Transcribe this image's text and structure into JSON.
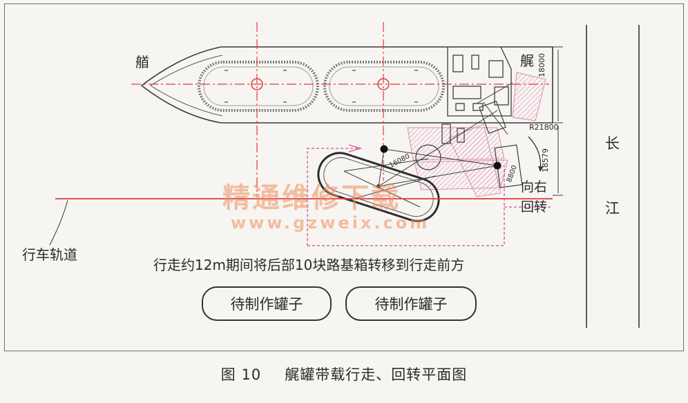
{
  "labels": {
    "bow": "艏",
    "stern": "艉",
    "river_1": "长",
    "river_2": "江",
    "turn_1": "向右",
    "turn_2": "回转",
    "track": "行车轨道",
    "note": "行走约12m期间将后部10块路基箱转移到行走前方"
  },
  "dimensions": {
    "d18000": "18000",
    "r21800": "R21800",
    "d18579": "18579",
    "d16080": "16080",
    "d8800": "8800"
  },
  "buttons": [
    {
      "label": "待制作罐子"
    },
    {
      "label": "待制作罐子"
    }
  ],
  "watermark": {
    "text": "精通维修下载",
    "url": "www.gzweix.com"
  },
  "caption": {
    "number": "图 10",
    "title": "艉罐带载行走、回转平面图"
  },
  "colors": {
    "centerline": "#e23b3b",
    "track": "#e23b3b",
    "pink_path": "#d94c9a",
    "outline": "#3a3a3a"
  }
}
